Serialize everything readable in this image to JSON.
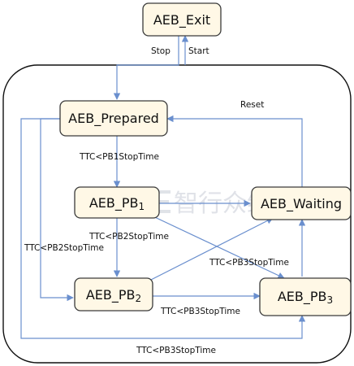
{
  "states": {
    "exit": "AEB_Exit",
    "prepared": "AEB_Prepared",
    "pb1_base": "AEB_PB",
    "pb1_sub": "1",
    "waiting": "AEB_Waiting",
    "pb2_base": "AEB_PB",
    "pb2_sub": "2",
    "pb3_base": "AEB_PB",
    "pb3_sub": "3"
  },
  "edges": {
    "stop": "Stop",
    "start": "Start",
    "reset": "Reset",
    "prepared_to_pb1": "TTC<PB1StopTime",
    "pb1_to_pb2": "TTC<PB2StopTime",
    "prepared_to_pb2": "TTC<PB2StopTime",
    "pb1_to_pb3": "TTC<PB3StopTime",
    "pb2_to_pb3": "TTC<PB3StopTime",
    "prepared_to_pb3": "TTC<PB3StopTime"
  },
  "watermark": {
    "text": "智行众维"
  },
  "colors": {
    "state_fill": "#fff8e6",
    "edge": "#6a8fce"
  }
}
